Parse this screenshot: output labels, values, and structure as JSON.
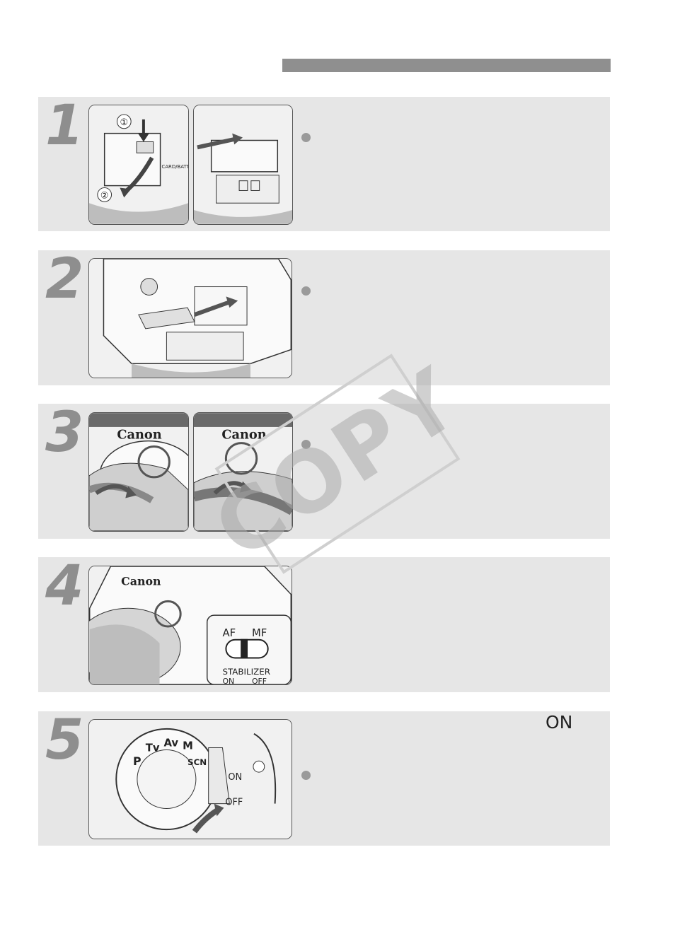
{
  "steps": [
    {
      "number": "1"
    },
    {
      "number": "2"
    },
    {
      "number": "3"
    },
    {
      "number": "4"
    },
    {
      "number": "5",
      "switch_label": "ON"
    }
  ],
  "illustrations": {
    "step1_left": {
      "callout_1": "①",
      "callout_2": "②",
      "label": "CARD/BATT. OPEN"
    },
    "step3_brand": "Canon",
    "step4": {
      "brand": "Canon",
      "switch_top": "AF",
      "switch_top_right": "MF",
      "stabilizer": "STABILIZER",
      "stab_on": "ON",
      "stab_off": "OFF"
    },
    "step5": {
      "dial_on": "ON",
      "dial_off": "OFF",
      "modes": [
        "P",
        "Tv",
        "Av",
        "M",
        "SCN"
      ]
    }
  },
  "watermark": "COPY"
}
